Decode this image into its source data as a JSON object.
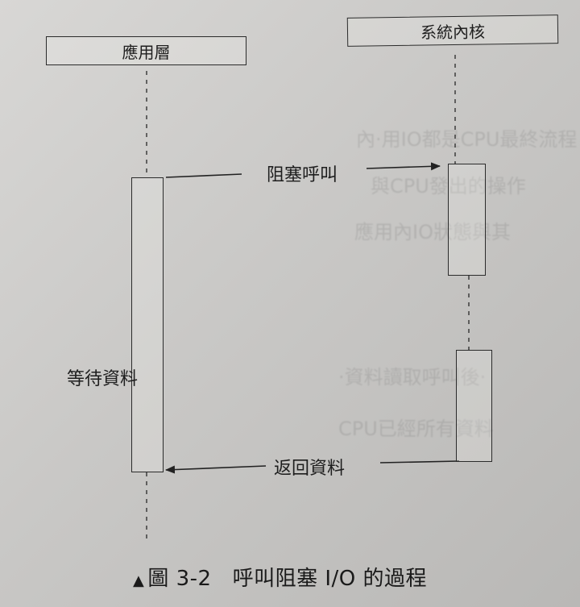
{
  "actors": [
    {
      "label": "應用層"
    },
    {
      "label": "系統內核"
    }
  ],
  "messages": {
    "blocking_call": "阻塞呼叫",
    "return_data": "返回資料"
  },
  "activations": {
    "waiting_label": "等待資料"
  },
  "caption": {
    "figure_number": "圖 3-2",
    "title": "呼叫阻塞 I/O 的過程"
  }
}
